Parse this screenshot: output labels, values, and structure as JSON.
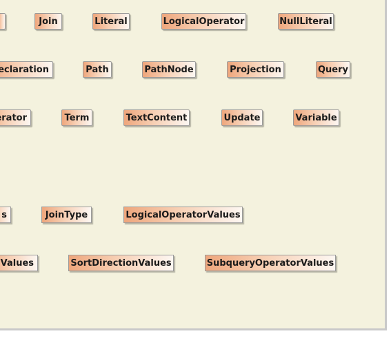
{
  "diagram": {
    "class_nodes": {
      "row1": {
        "blank": "",
        "join": "Join",
        "literal": "Literal",
        "logical_operator": "LogicalOperator",
        "null_literal": "NullLiteral"
      },
      "row2": {
        "declaration": "eclaration",
        "path": "Path",
        "path_node": "PathNode",
        "projection": "Projection",
        "query": "Query"
      },
      "row3": {
        "operator": "erator",
        "term": "Term",
        "text_content": "TextContent",
        "update": "Update",
        "variable": "Variable"
      }
    },
    "enum_nodes": {
      "row1": {
        "s": "s",
        "join_type": "JoinType",
        "logical_operator_values": "LogicalOperatorValues"
      },
      "row2": {
        "values": "Values",
        "sort_direction_values": "SortDirectionValues",
        "subquery_operator_values": "SubqueryOperatorValues"
      }
    }
  }
}
